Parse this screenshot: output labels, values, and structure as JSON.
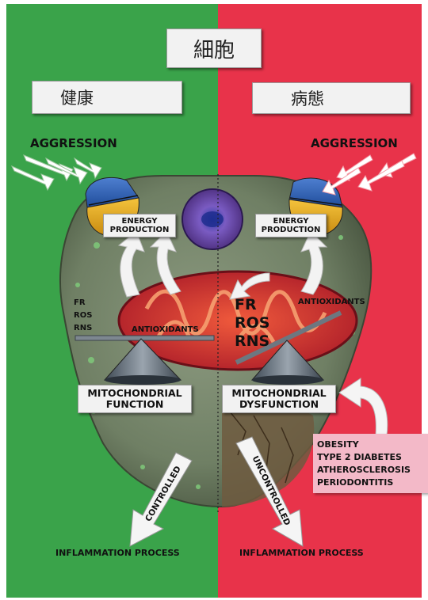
{
  "title": "細胞",
  "healthy_label": "健康",
  "disease_label": "病態",
  "aggression_left": "AGGRESSION",
  "aggression_right": "AGGRESSION",
  "energy_production_left": [
    "ENERGY",
    "PRODUCTION"
  ],
  "energy_production_right": [
    "ENERGY",
    "PRODUCTION"
  ],
  "left_species": [
    "FR",
    "ROS",
    "RNS"
  ],
  "right_species": [
    "FR",
    "ROS",
    "RNS"
  ],
  "antioxidants_left": "ANTIOXIDANTS",
  "antioxidants_right": "ANTIOXIDANTS",
  "mito_function": [
    "MITOCHONDRIAL",
    "FUNCTION"
  ],
  "mito_dysfunction": [
    "MITOCHONDRIAL",
    "DYSFUNCTION"
  ],
  "controlled": "CONTROLLED",
  "uncontrolled": "UNCONTROLLED",
  "diseases": [
    "OBESITY",
    "TYPE 2 DIABETES",
    "ATHEROSCLEROSIS",
    "PERIODONTITIS"
  ],
  "inflammation_left": "INFLAMMATION PROCESS",
  "inflammation_right": "INFLAMMATION PROCESS",
  "colors": {
    "healthy_bg": "#3aa34a",
    "disease_bg": "#e8334a"
  }
}
